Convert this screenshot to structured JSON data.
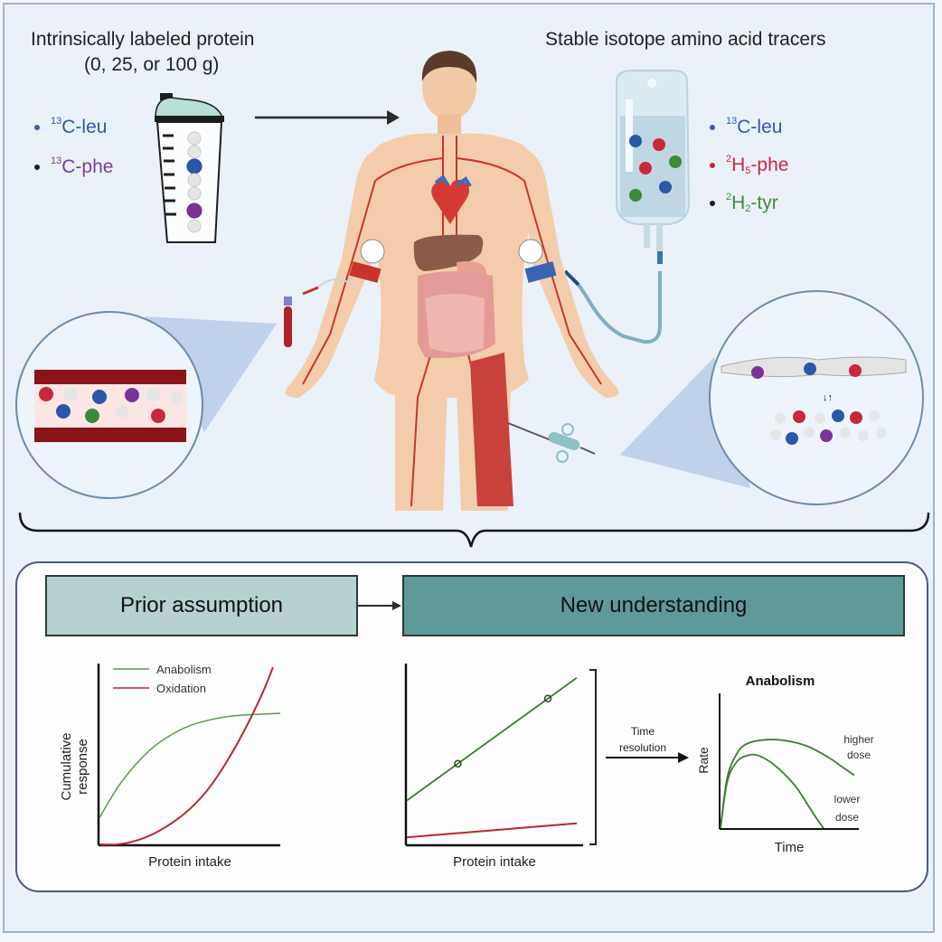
{
  "top_left": {
    "title_line1": "Intrinsically labeled protein",
    "title_line2": "(0, 25, or 100 g)",
    "tracers": [
      {
        "sup": "13",
        "name": "C-leu",
        "color": "#2f5aa8",
        "dot": "#3a5fa8"
      },
      {
        "sup": "13",
        "name": "C-phe",
        "color": "#7a3e9a",
        "dot": "#1e1e1e"
      }
    ]
  },
  "top_right": {
    "title": "Stable isotope amino acid tracers",
    "tracers": [
      {
        "sup": "13",
        "name": "C-leu",
        "sub": "",
        "color": "#2f5aa8",
        "dot": "#3a5fa8"
      },
      {
        "sup": "2",
        "name": "H",
        "sub": "5",
        "tail": "-phe",
        "color": "#c8283c",
        "dot": "#c8283c"
      },
      {
        "sup": "2",
        "name": "H",
        "sub": "2",
        "tail": "-tyr",
        "color": "#3e8a3a",
        "dot": "#1e1e1e"
      }
    ]
  },
  "icons": {
    "shaker": "protein-shaker-icon",
    "iv_bag": "iv-bag-icon",
    "body": "human-body-illustration",
    "blood_tube": "blood-tube-icon",
    "biopsy": "biopsy-needle-icon"
  },
  "colors": {
    "leu": "#2c56a8",
    "phe_13c": "#7a3497",
    "phe_2h": "#c8283c",
    "tyr": "#3a8a3a",
    "unlabeled": "#e4e4e4",
    "vessel": "#8b1418",
    "anabolism": "#5a9a4a",
    "oxidation": "#b8282c",
    "prior_box": "#b7d0d0",
    "new_box": "#5f9a9b"
  },
  "bottom": {
    "prior_label": "Prior assumption",
    "new_label": "New understanding",
    "time_resolution_line1": "Time",
    "time_resolution_line2": "resolution"
  },
  "chart_data": [
    {
      "type": "line",
      "title": "",
      "xlabel": "Protein intake",
      "ylabel": "Cumulative response",
      "legend": [
        "Anabolism",
        "Oxidation"
      ],
      "legend_position": "top-left",
      "xlim": [
        0,
        1
      ],
      "ylim": [
        0,
        1
      ],
      "series": [
        {
          "name": "Anabolism",
          "x": [
            0,
            0.1,
            0.2,
            0.3,
            0.4,
            0.5,
            0.6,
            0.7,
            0.8,
            0.9,
            1.0
          ],
          "y": [
            0.15,
            0.32,
            0.45,
            0.55,
            0.62,
            0.67,
            0.7,
            0.72,
            0.73,
            0.735,
            0.74
          ]
        },
        {
          "name": "Oxidation",
          "x": [
            0,
            0.1,
            0.2,
            0.3,
            0.4,
            0.5,
            0.6,
            0.7,
            0.8,
            0.9,
            0.96
          ],
          "y": [
            0,
            0.0,
            0.02,
            0.06,
            0.12,
            0.2,
            0.31,
            0.46,
            0.64,
            0.85,
            1.0
          ]
        }
      ]
    },
    {
      "type": "line",
      "title": "",
      "xlabel": "Protein intake",
      "ylabel": "",
      "xlim": [
        0,
        1
      ],
      "ylim": [
        0,
        1
      ],
      "series": [
        {
          "name": "Anabolism",
          "x": [
            0,
            1
          ],
          "y": [
            0.25,
            0.95
          ],
          "markers_x": [
            0.3,
            0.83
          ]
        },
        {
          "name": "Oxidation",
          "x": [
            0,
            1
          ],
          "y": [
            0.04,
            0.12
          ]
        }
      ]
    },
    {
      "type": "line",
      "title": "Anabolism",
      "xlabel": "Time",
      "ylabel": "Rate",
      "xlim": [
        0,
        1
      ],
      "ylim": [
        0,
        1
      ],
      "annotations": [
        "higher dose",
        "lower dose"
      ],
      "series": [
        {
          "name": "higher dose",
          "x": [
            0,
            0.05,
            0.12,
            0.2,
            0.35,
            0.5,
            0.65,
            0.8,
            0.9,
            1.0
          ],
          "y": [
            0,
            0.38,
            0.56,
            0.64,
            0.67,
            0.66,
            0.62,
            0.54,
            0.47,
            0.4
          ]
        },
        {
          "name": "lower dose",
          "x": [
            0,
            0.05,
            0.12,
            0.2,
            0.28,
            0.4,
            0.55,
            0.65,
            0.72,
            0.77
          ],
          "y": [
            0,
            0.35,
            0.5,
            0.55,
            0.55,
            0.48,
            0.33,
            0.18,
            0.07,
            0
          ]
        }
      ]
    }
  ]
}
